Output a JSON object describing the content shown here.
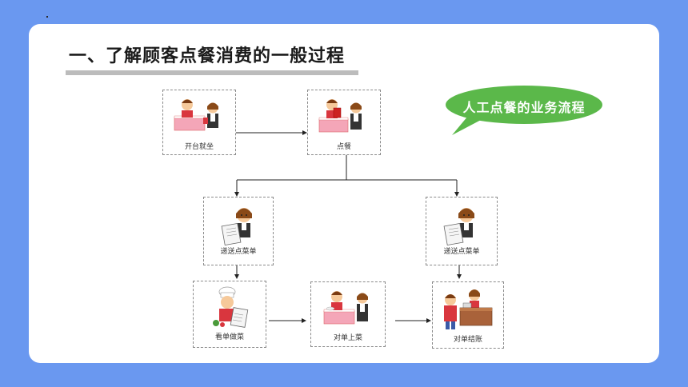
{
  "slide": {
    "title": "一、了解顾客点餐消费的一般过程",
    "callout": "人工点餐的业务流程"
  },
  "nodes": {
    "seat": "开台就坐",
    "order": "点餐",
    "menu_left": "递送点菜单",
    "menu_right": "递送点菜单",
    "cook": "看单做菜",
    "serve": "对单上菜",
    "checkout": "对单结账"
  },
  "colors": {
    "background": "#6a98f0",
    "callout": "#5bb84a",
    "title_bar": "#bcbcbc"
  }
}
